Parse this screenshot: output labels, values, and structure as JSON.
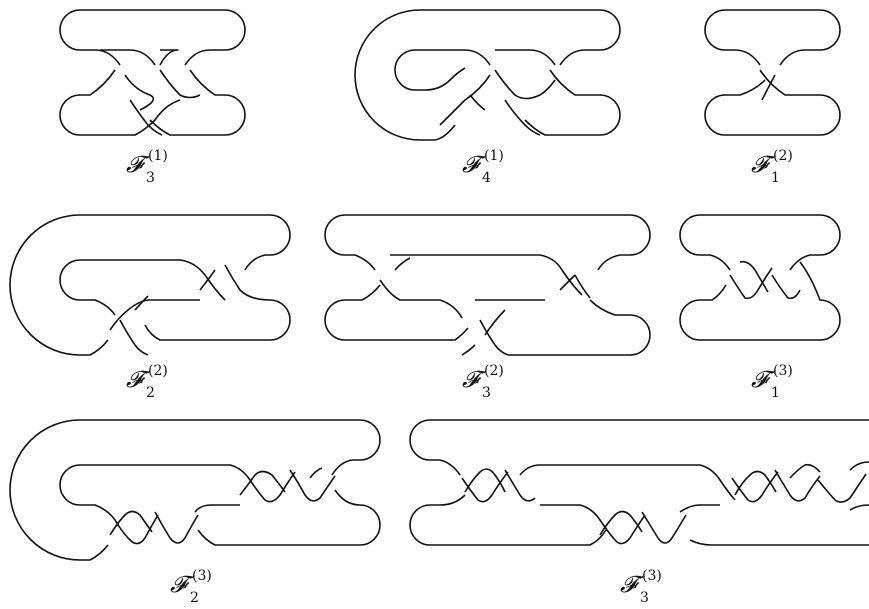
{
  "colors": {
    "ink": "#111111",
    "background": "#ffffff"
  },
  "figures": [
    {
      "id": "f3_1",
      "symbol": "𝓕",
      "sub": "3",
      "sup": "(1)"
    },
    {
      "id": "f4_1",
      "symbol": "𝓕",
      "sub": "4",
      "sup": "(1)"
    },
    {
      "id": "f1_2",
      "symbol": "𝓕",
      "sub": "1",
      "sup": "(2)"
    },
    {
      "id": "f2_2",
      "symbol": "𝓕",
      "sub": "2",
      "sup": "(2)"
    },
    {
      "id": "f3_2",
      "symbol": "𝓕",
      "sub": "3",
      "sup": "(2)"
    },
    {
      "id": "f1_3",
      "symbol": "𝓕",
      "sub": "1",
      "sup": "(3)"
    },
    {
      "id": "f2_3",
      "symbol": "𝓕",
      "sub": "2",
      "sup": "(3)"
    },
    {
      "id": "f3_3",
      "symbol": "𝓕",
      "sub": "3",
      "sup": "(3)"
    }
  ]
}
